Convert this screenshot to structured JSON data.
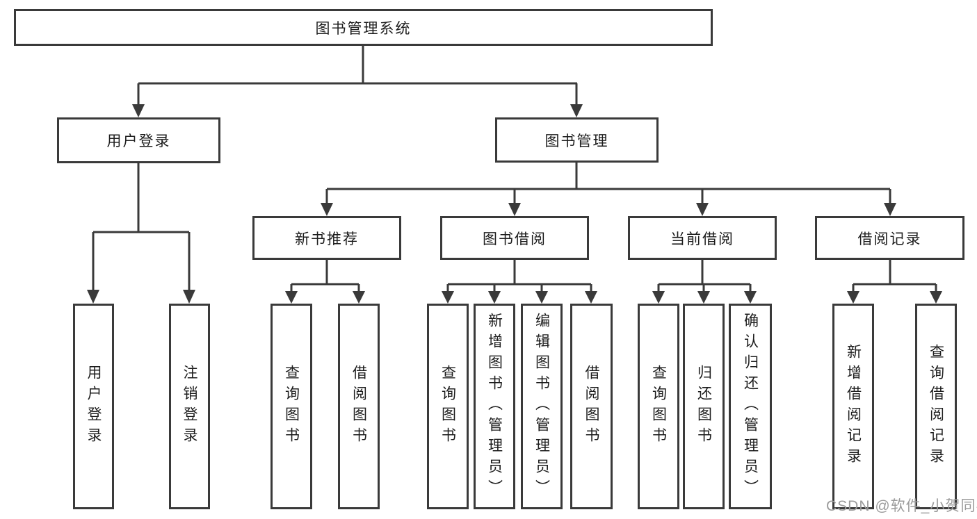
{
  "diagram": {
    "root": "图书管理系统",
    "branches": [
      {
        "label": "用户登录",
        "children": [
          "用户登录",
          "注销登录"
        ]
      },
      {
        "label": "图书管理",
        "children": [
          {
            "label": "新书推荐",
            "children": [
              "查询图书",
              "借阅图书"
            ]
          },
          {
            "label": "图书借阅",
            "children": [
              "查询图书",
              "新增图书（管理员）",
              "编辑图书（管理员）",
              "借阅图书"
            ]
          },
          {
            "label": "当前借阅",
            "children": [
              "查询图书",
              "归还图书",
              "确认归还（管理员）"
            ]
          },
          {
            "label": "借阅记录",
            "children": [
              "新增借阅记录",
              "查询借阅记录"
            ]
          }
        ]
      }
    ],
    "watermark": "CSDN @软件_小贺同学",
    "colors": {
      "line": "#3a3a3a",
      "text": "#1d1d1d",
      "watermark": "#9b9b9b",
      "background": "#ffffff"
    }
  }
}
